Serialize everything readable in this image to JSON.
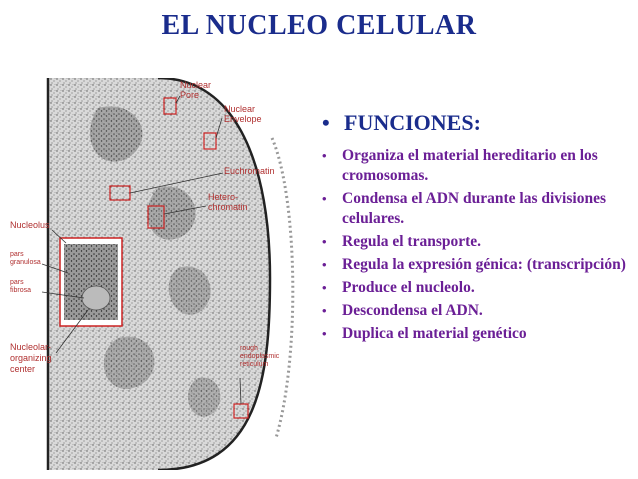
{
  "title": "EL NUCLEO CELULAR",
  "heading": "FUNCIONES:",
  "bullet_char": "•",
  "items": [
    "Organiza el material hereditario  en los cromosomas.",
    "Condensa el ADN durante las divisiones celulares.",
    "Regula el transporte.",
    "Regula la expresión génica: (transcripción)",
    "Produce el nucleolo.",
    "Descondensa el ADN.",
    "Duplica el material genético"
  ],
  "diagram": {
    "labels": {
      "nuclear_pore": [
        "Nuclear",
        "Pore"
      ],
      "nuclear_envelope": [
        "Nuclear",
        "Envelope"
      ],
      "euchromatin": "Euchromatin",
      "heterochromatin": [
        "Hetero-",
        "chromatin"
      ],
      "nucleolus": "Nucleolus",
      "pars_granulosa": [
        "pars",
        "granulosa"
      ],
      "pars_fibrosa": [
        "pars",
        "fibrosa"
      ],
      "nucleolar_organizing_center": [
        "Nucleolar-",
        "organizing",
        "center"
      ],
      "rough_er": [
        "rough",
        "endoplasmic",
        "reticulum"
      ]
    }
  },
  "colors": {
    "title": "#1a2c8c",
    "items": "#6b1f96",
    "label": "#b03030"
  }
}
